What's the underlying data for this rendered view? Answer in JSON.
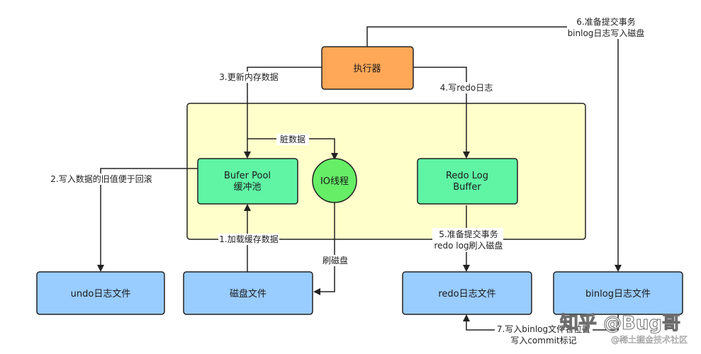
{
  "nodes": {
    "executor": "执行器",
    "buffer_pool": [
      "Bufer Pool",
      "缓冲池"
    ],
    "io_thread": "IO线程",
    "redo_log_buffer": [
      "Redo Log",
      "Buffer"
    ],
    "undo_file": "undo日志文件",
    "disk_file": "磁盘文件",
    "redo_file": "redo日志文件",
    "binlog_file": "binlog日志文件"
  },
  "edges": {
    "step1": "1.加载缓存数据",
    "step2": "2.写入数据的旧值便于回滚",
    "step3": "3.更新内存数据",
    "step4": "4.写redo日志",
    "step5": [
      "5.准备提交事务",
      "redo log刷入磁盘"
    ],
    "step6": [
      "6.准备提交事务",
      "binlog日志写入磁盘"
    ],
    "step7": [
      "7.写入binlog文件名位置",
      "写入commit标记"
    ],
    "dirty": "脏数据",
    "flush": "刷磁盘"
  },
  "watermark": {
    "main": "知乎 @Bug哥",
    "sub": "@稀土掘金技术社区"
  },
  "colors": {
    "executor_fill": "#ffa858",
    "green_fill": "#5ff5a5",
    "io_fill": "#66ee66",
    "blue_fill": "#99ccff",
    "container_fill": "#ffffcc",
    "line": "#222222"
  }
}
